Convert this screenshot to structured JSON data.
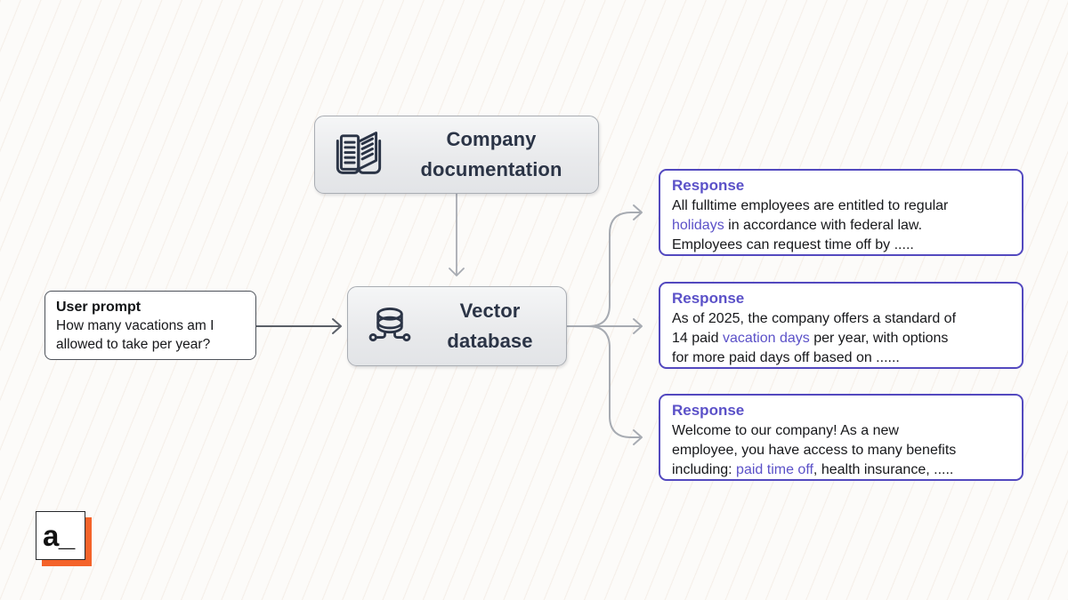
{
  "colors": {
    "background": "#fcfbf9",
    "accent_purple": "#5b51c8",
    "response_border": "#5349bf",
    "node_border": "#a9adb3",
    "dark_text": "#2b3446",
    "connector_gray": "#a7abb2",
    "arrow_dark": "#5b6068",
    "logo_orange": "#f4632a"
  },
  "nodes": {
    "company_doc": {
      "label": "Company\ndocumentation",
      "icon": "open-book-icon"
    },
    "vector_db": {
      "label": "Vector\ndatabase",
      "icon": "database-network-icon"
    },
    "user_prompt": {
      "title": "User prompt",
      "body": "How many vacations am I\nallowed to take per year?"
    }
  },
  "responses": [
    {
      "title": "Response",
      "segments": [
        {
          "text": "All fulltime employees are entitled to regular\n"
        },
        {
          "text": "holidays",
          "highlight": true
        },
        {
          "text": " in accordance with federal law.\nEmployees can request time off by ....."
        }
      ]
    },
    {
      "title": "Response",
      "segments": [
        {
          "text": "As of 2025, the company offers a standard of\n14 paid "
        },
        {
          "text": "vacation days",
          "highlight": true
        },
        {
          "text": " per year, with options\nfor more paid days off based on ......"
        }
      ]
    },
    {
      "title": "Response",
      "segments": [
        {
          "text": "Welcome to our company! As a new\nemployee, you have access to many benefits\nincluding: "
        },
        {
          "text": "paid time off",
          "highlight": true
        },
        {
          "text": ", health insurance, ....."
        }
      ]
    }
  ],
  "logo": {
    "text": "a_"
  }
}
